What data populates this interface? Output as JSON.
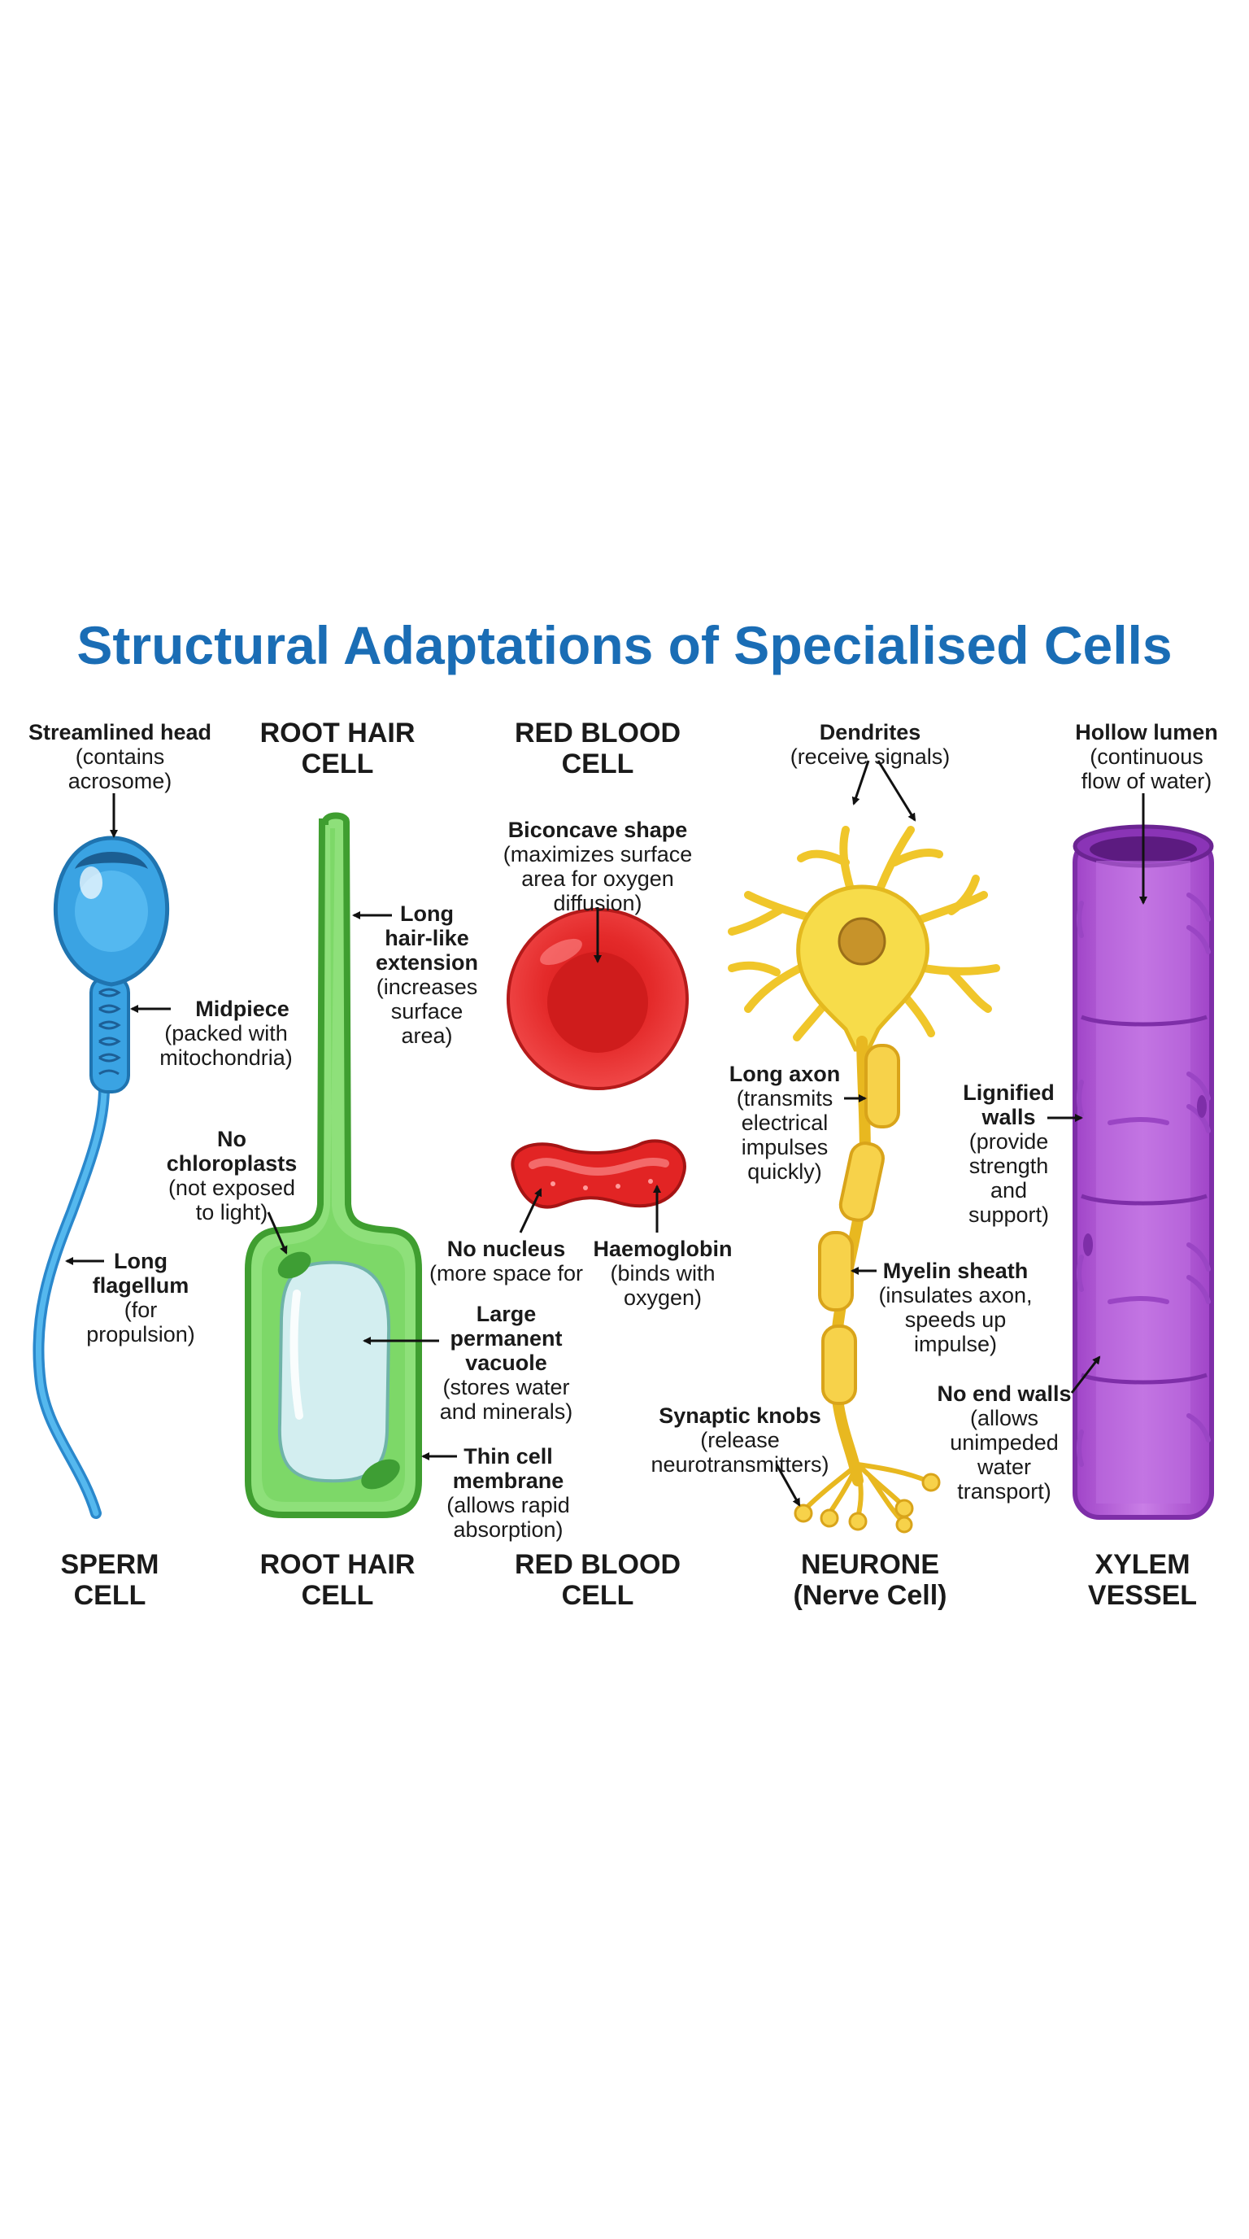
{
  "title": "Structural Adaptations of Specialised Cells",
  "headers_top": {
    "root_hair": "ROOT HAIR\nCELL",
    "red_blood": "RED BLOOD\nCELL"
  },
  "headers_bottom": {
    "sperm": "SPERM\nCELL",
    "root_hair": "ROOT HAIR\nCELL",
    "red_blood": "RED BLOOD\nCELL",
    "neurone": "NEURONE\n(Nerve Cell)",
    "xylem": "XYLEM\nVESSEL"
  },
  "labels": {
    "streamlined_head": {
      "title": "Streamlined head",
      "desc": "(contains\nacrosome)"
    },
    "midpiece": {
      "title": "Midpiece",
      "desc": "(packed with\nmitochondria)"
    },
    "long_flagellum": {
      "title": "Long\nflagellum",
      "desc": "(for\npropulsion)"
    },
    "long_hair": {
      "title": "Long\nhair-like\nextension",
      "desc": "(increases\nsurface\narea)"
    },
    "no_chloroplasts": {
      "title": "No\nchloroplasts",
      "desc": "(not exposed\nto light)"
    },
    "large_vacuole": {
      "title": "Large\npermanent\nvacuole",
      "desc": "(stores water\nand minerals)"
    },
    "thin_membrane": {
      "title": "Thin cell\nmembrane",
      "desc": "(allows rapid\nabsorption)"
    },
    "biconcave": {
      "title": "Biconcave shape",
      "desc": "(maximizes surface\narea for oxygen\ndiffusion)"
    },
    "no_nucleus": {
      "title": "No nucleus",
      "desc": "(more space for"
    },
    "haemoglobin": {
      "title": "Haemoglobin",
      "desc": "(binds with\noxygen)"
    },
    "dendrites": {
      "title": "Dendrites",
      "desc": "(receive signals)"
    },
    "long_axon": {
      "title": "Long axon",
      "desc": "(transmits\nelectrical\nimpulses\nquickly)"
    },
    "myelin": {
      "title": "Myelin sheath",
      "desc": "(insulates axon,\nspeeds up\nimpulse)"
    },
    "synaptic": {
      "title": "Synaptic knobs",
      "desc": "(release\nneurotransmitters)"
    },
    "hollow_lumen": {
      "title": "Hollow lumen",
      "desc": "(continuous\nflow of water)"
    },
    "lignified": {
      "title": "Lignified\nwalls",
      "desc": "(provide\nstrength\nand\nsupport)"
    },
    "no_end_walls": {
      "title": "No end walls",
      "desc": "(allows\nunimpeded\nwater\ntransport)"
    }
  },
  "colors": {
    "title": "#1a6db5",
    "sperm": "#3aa3e3",
    "root_hair": "#5cc94a",
    "red_blood": "#e02424",
    "neurone": "#f5d233",
    "xylem": "#b05cd6"
  }
}
